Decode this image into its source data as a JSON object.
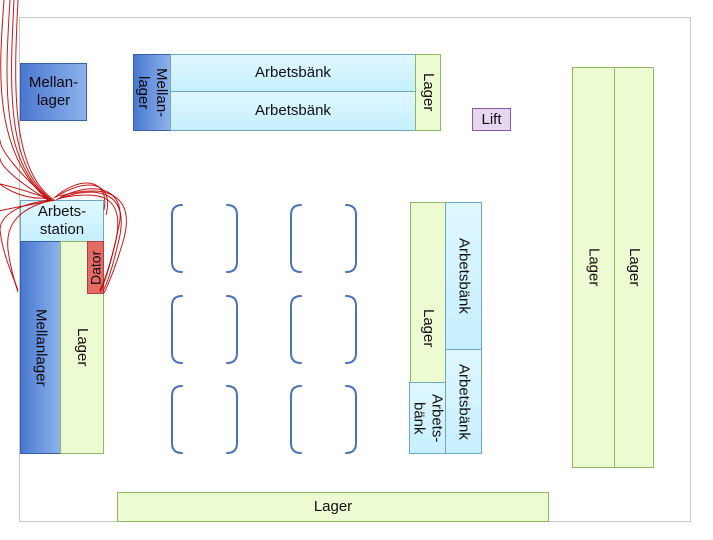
{
  "labels": {
    "mellanlager_top_left": "Mellan-\nlager",
    "mellanlager_top": "Mellan-\nlager",
    "arbetsbank_top_1": "Arbetsbänk",
    "arbetsbank_top_2": "Arbetsbänk",
    "lager_top": "Lager",
    "lift": "Lift",
    "arbetsstation": "Arbets-\nstation",
    "dator": "Dator",
    "mellanlager_left": "Mellanlager",
    "lager_left": "Lager",
    "lager_mid": "Lager",
    "arbetsbank_mid_1": "Arbetsbänk",
    "arbetsbank_mid_2": "Arbetsbänk",
    "arbetsbank_mid_small": "Arbets-\nbänk",
    "lager_right_1": "Lager",
    "lager_right_2": "Lager",
    "lager_bottom": "Lager"
  },
  "colors": {
    "lager": "#ecfbd2",
    "arbetsbank": "#c6efff",
    "mellanlager": "#4a78d0",
    "dator": "#e46a66",
    "lift": "#e7d6f2",
    "cables": "#c00000",
    "brackets": "#4a72b8"
  }
}
